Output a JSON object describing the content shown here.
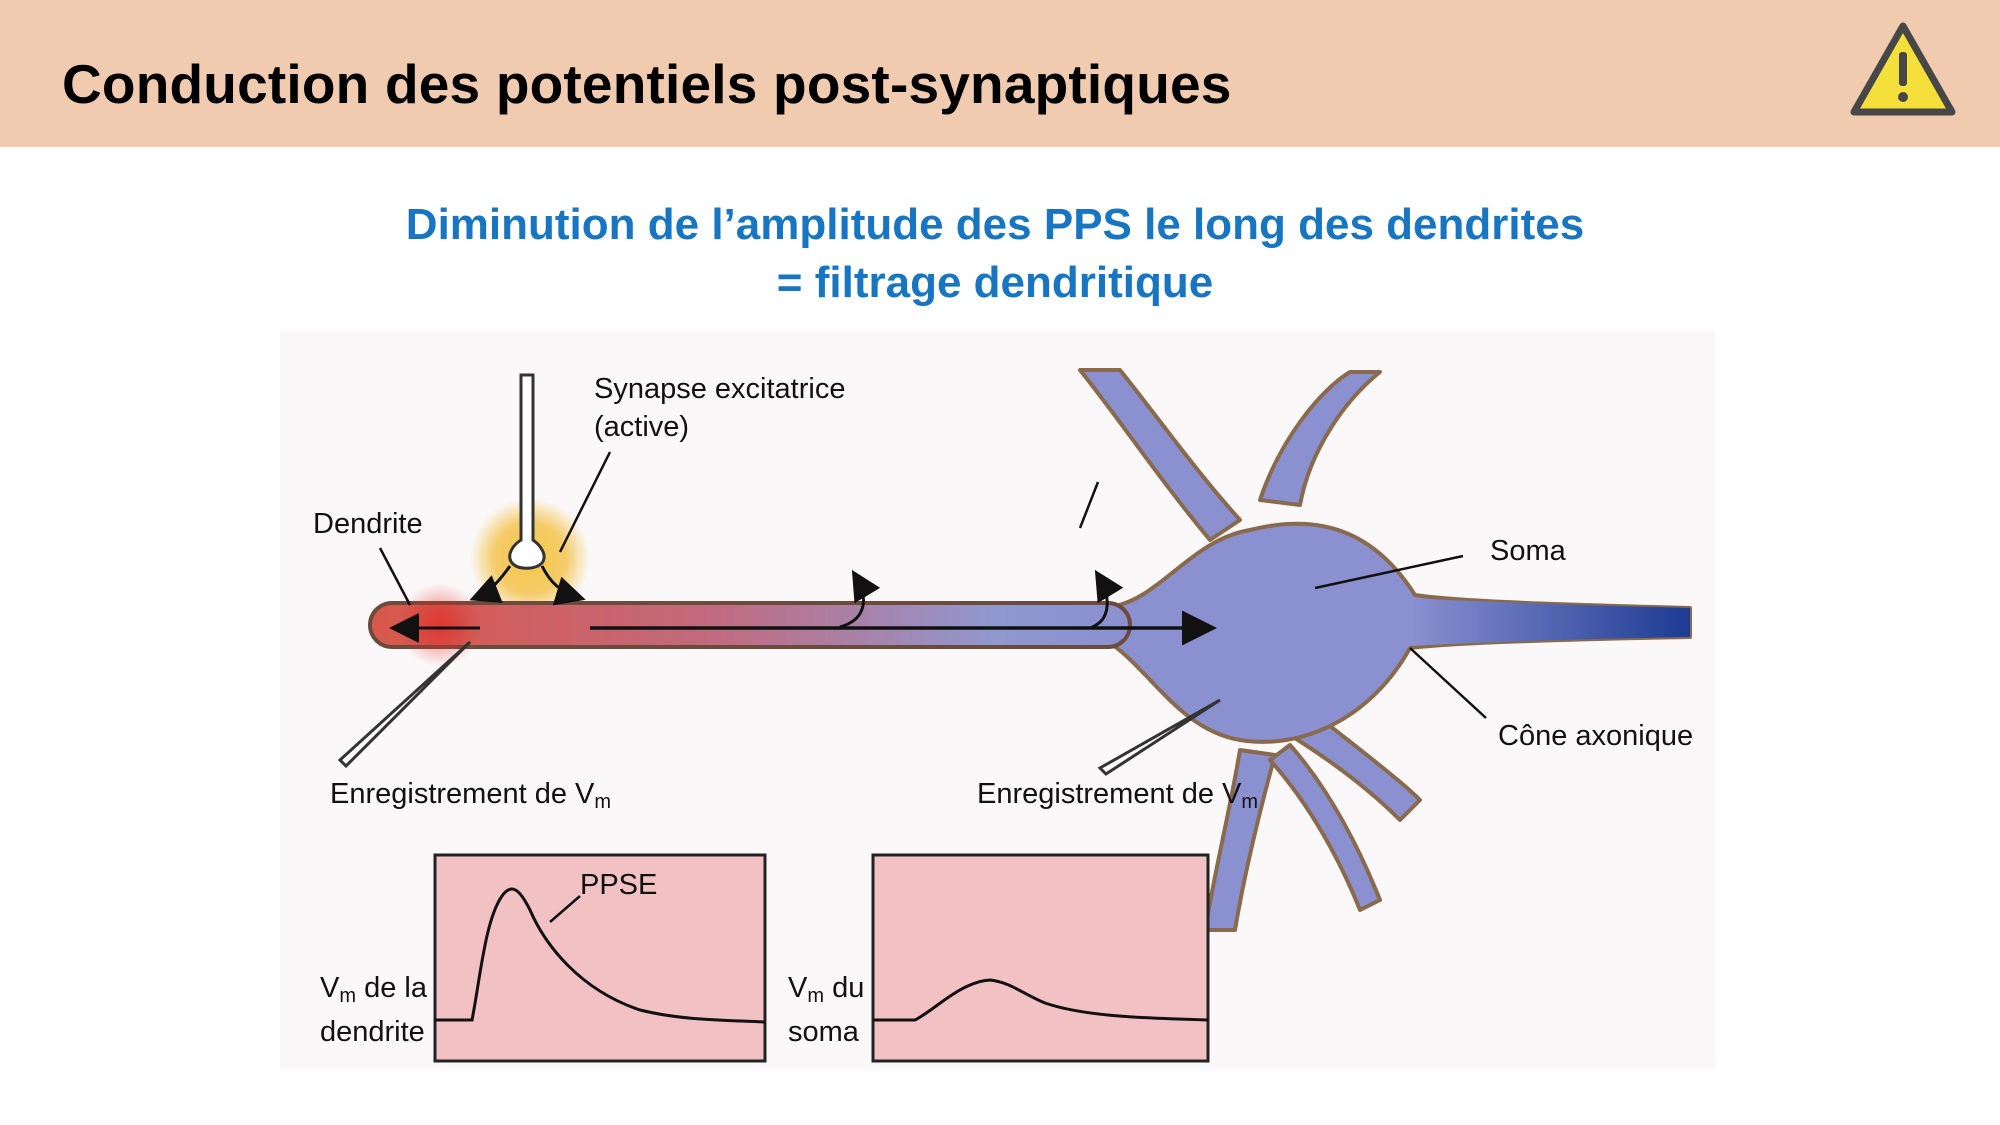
{
  "header": {
    "title": "Conduction des potentiels post-synaptiques",
    "icon": "warning-icon",
    "background_color": "#f0cbb0"
  },
  "subtitle": {
    "line1": "Diminution de l’amplitude des PPS le long des dendrites",
    "line2": "= filtrage dendritique",
    "color": "#1875c2"
  },
  "diagram": {
    "labels": {
      "synapse_line1": "Synapse excitatrice",
      "synapse_line2": "(active)",
      "dendrite": "Dendrite",
      "soma": "Soma",
      "axon_hillock": "Cône axonique",
      "recording_dendrite": "Enregistrement de V",
      "recording_soma": "Enregistrement de V",
      "subscript_m": "m"
    },
    "traces": {
      "epsp_label": "PPSE",
      "dendrite_trace_label_suffix": "de la",
      "dendrite_trace_label_line2": "dendrite",
      "soma_trace_label_suffix": "du",
      "soma_trace_label_line2": "soma"
    },
    "colors": {
      "dendrite_start": "#d9584a",
      "soma": "#8b90d0",
      "axon": "#1c3b93",
      "trace_panel": "#f2c1c3",
      "glow": "#f3bd3a"
    }
  }
}
